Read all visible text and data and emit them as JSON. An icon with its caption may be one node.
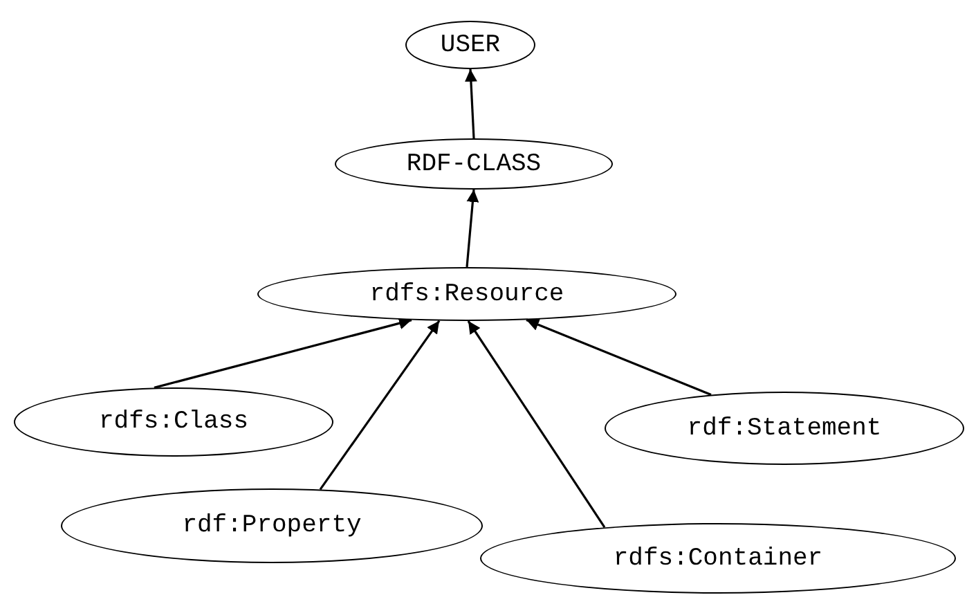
{
  "diagram": {
    "nodes": [
      {
        "text": [
          "USER"
        ]
      },
      {
        "text": [
          "RDF-CLASS"
        ]
      },
      {
        "text": [
          "rdfs:Resource"
        ]
      },
      {
        "text": [
          "rdfs:Class"
        ]
      },
      {
        "text": [
          "rdf:Statement"
        ]
      },
      {
        "text": [
          "rdf:Property"
        ]
      },
      {
        "text": [
          "rdfs:Container"
        ]
      }
    ],
    "edges": [
      {
        "from": 1,
        "to": 0,
        "arrow": "to"
      },
      {
        "from": 2,
        "to": 1,
        "arrow": "to"
      },
      {
        "from": 3,
        "to": 2,
        "arrow": "to"
      },
      {
        "from": 5,
        "to": 2,
        "arrow": "to"
      },
      {
        "from": 6,
        "to": 2,
        "arrow": "to"
      },
      {
        "from": 4,
        "to": 2,
        "arrow": "to"
      }
    ]
  }
}
